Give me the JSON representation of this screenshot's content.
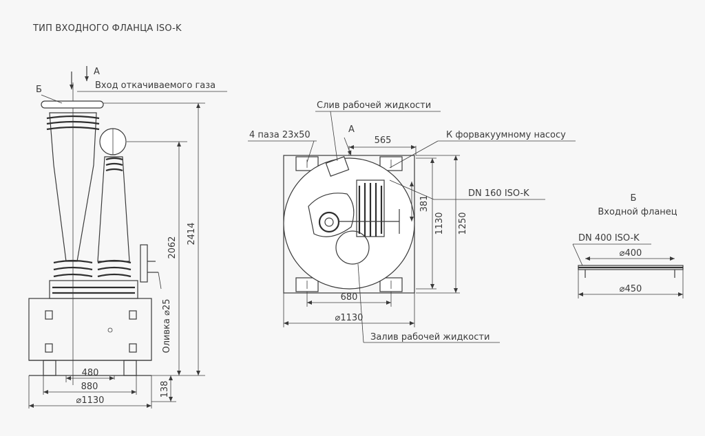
{
  "title": "ТИП ВХОДНОГО ФЛАНЦА ISO-K",
  "left_view": {
    "view_a": "А",
    "view_b": "Б",
    "gas_inlet": "Вход откачиваемого газа",
    "dim_2414": "2414",
    "dim_2062": "2062",
    "dim_138": "138",
    "olive": "Оливка ⌀25",
    "dim_480": "480",
    "dim_880": "880",
    "dim_1130": "⌀1130"
  },
  "top_view": {
    "view_a": "А",
    "drain": "Слив рабочей жидкости",
    "slots": "4 паза 23x50",
    "dim_565": "565",
    "forevacuum": "К форвакуумному насосу",
    "dn160": "DN 160 ISO-K",
    "dim_381": "381",
    "dim_1130": "1130",
    "dim_1250": "1250",
    "dim_680": "680",
    "dim_d1130": "⌀1130",
    "fill": "Залив рабочей жидкости"
  },
  "flange_view": {
    "view_b": "Б",
    "caption": "Входной фланец",
    "dn400": "DN 400 ISO-K",
    "d400": "⌀400",
    "d450": "⌀450"
  }
}
